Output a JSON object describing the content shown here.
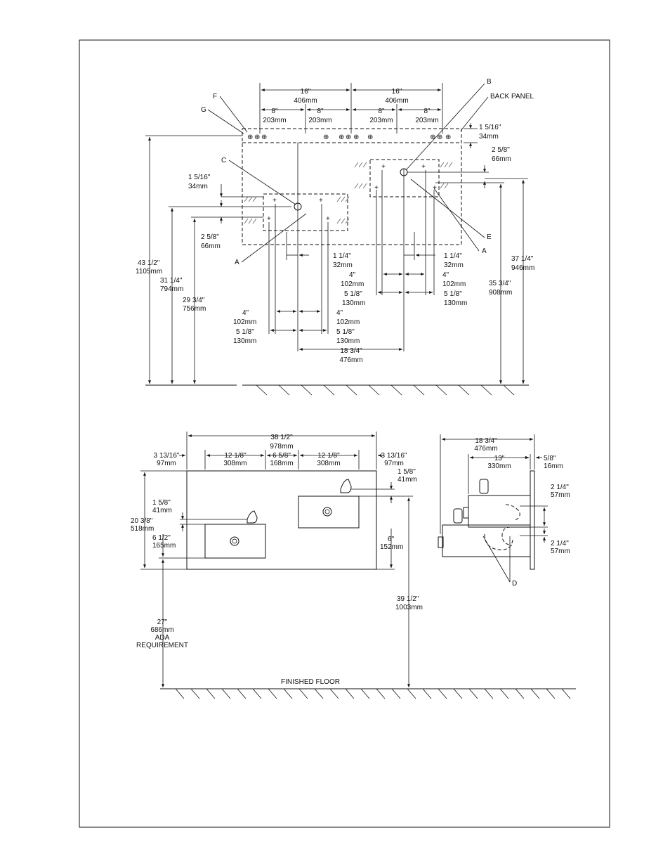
{
  "top_view": {
    "callouts": {
      "f": "F",
      "g": "G",
      "b": "B",
      "back_panel": "BACK PANEL",
      "c": "C",
      "a_left": "A",
      "e": "E",
      "a_right": "A"
    },
    "dims": {
      "w16_left": [
        "16\"",
        "406mm"
      ],
      "w16_right": [
        "16\"",
        "406mm"
      ],
      "w8_1": [
        "8\"",
        "203mm"
      ],
      "w8_2": [
        "8\"",
        "203mm"
      ],
      "w8_3": [
        "8\"",
        "203mm"
      ],
      "w8_4": [
        "8\"",
        "203mm"
      ],
      "r_1_5_16": [
        "1 5/16\"",
        "34mm"
      ],
      "r_2_5_8": [
        "2 5/8\"",
        "66mm"
      ],
      "l_1_5_16": [
        "1 5/16\"",
        "34mm"
      ],
      "l_2_5_8": [
        "2 5/8\"",
        "66mm"
      ],
      "h43": [
        "43 1/2\"",
        "1105mm"
      ],
      "h31": [
        "31 1/4\"",
        "794mm"
      ],
      "h29": [
        "29 3/4\"",
        "756mm"
      ],
      "h37": [
        "37 1/4\"",
        "946mm"
      ],
      "h35": [
        "35 3/4\"",
        "908mm"
      ],
      "l_1_1_4": [
        "1 1/4\"",
        "32mm"
      ],
      "r_1_1_4": [
        "1 1/4\"",
        "32mm"
      ],
      "r_4_left": [
        "4\"",
        "102mm"
      ],
      "r_4_right": [
        "4\"",
        "102mm"
      ],
      "r_5_left": [
        "5 1/8\"",
        "130mm"
      ],
      "r_5_right": [
        "5 1/8\"",
        "130mm"
      ],
      "l_4_left": [
        "4\"",
        "102mm"
      ],
      "l_4_right": [
        "4\"",
        "102mm"
      ],
      "l_5_left": [
        "5 1/8\"",
        "130mm"
      ],
      "l_5_right": [
        "5 1/8\"",
        "130mm"
      ],
      "w18": [
        "18 3/4\"",
        "476mm"
      ]
    }
  },
  "front_view": {
    "dims": {
      "w38": [
        "38 1/2\"",
        "978mm"
      ],
      "m3_left": [
        "3 13/16\"",
        "97mm"
      ],
      "w12_left": [
        "12 1/8\"",
        "308mm"
      ],
      "w6": [
        "6 5/8\"",
        "168mm"
      ],
      "w12_right": [
        "12 1/8\"",
        "308mm"
      ],
      "m3_right": [
        "3 13/16\"",
        "97mm"
      ],
      "r_1_5_8": [
        "1 5/8\"",
        "41mm"
      ],
      "l_1_5_8": [
        "1 5/8\"",
        "41mm"
      ],
      "h20": [
        "20 3/8\"",
        "518mm"
      ],
      "h6_5": [
        "6 1/2\"",
        "165mm"
      ],
      "h6": [
        "6\"",
        "152mm"
      ],
      "h39": [
        "39 1/2\"",
        "1003mm"
      ],
      "h27": [
        "27\"",
        "686mm",
        "ADA",
        "REQUIREMENT"
      ]
    },
    "floor_label": "FINISHED FLOOR"
  },
  "side_view": {
    "dims": {
      "w18": [
        "18 3/4\"",
        "476mm"
      ],
      "w13": [
        "13\"",
        "330mm"
      ],
      "w5_8": [
        "5/8\"",
        "16mm"
      ],
      "d_top": [
        "2 1/4\"",
        "57mm"
      ],
      "d_bot": [
        "2 1/4\"",
        "57mm"
      ]
    },
    "callouts": {
      "d": "D"
    }
  }
}
